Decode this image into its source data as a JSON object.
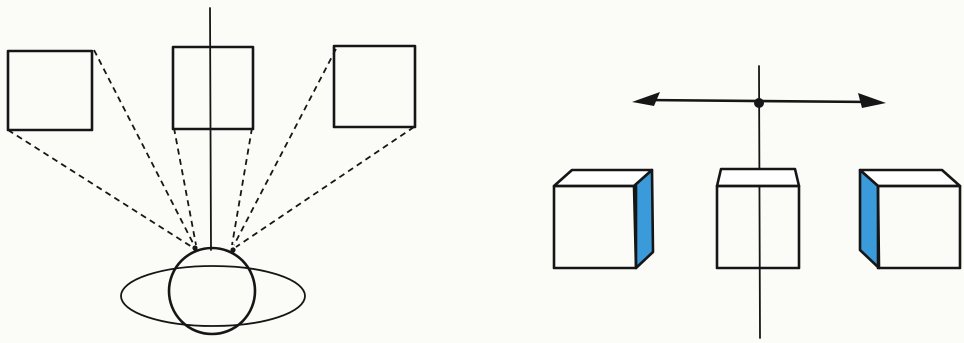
{
  "figure": {
    "panels": [
      {
        "id": "top-view",
        "elements": [
          "viewer-head",
          "left-square",
          "center-square",
          "right-square",
          "vertical-axis",
          "sight-lines"
        ]
      },
      {
        "id": "front-view",
        "elements": [
          "horizontal-arrow-axis",
          "vertical-axis",
          "pivot-dot",
          "left-cube",
          "center-cube",
          "right-cube"
        ]
      }
    ],
    "colors": {
      "ink": "#161616",
      "side_face": "#3b9ad9",
      "front_face": "#ffffff",
      "paper": "#fbfbf8"
    }
  }
}
